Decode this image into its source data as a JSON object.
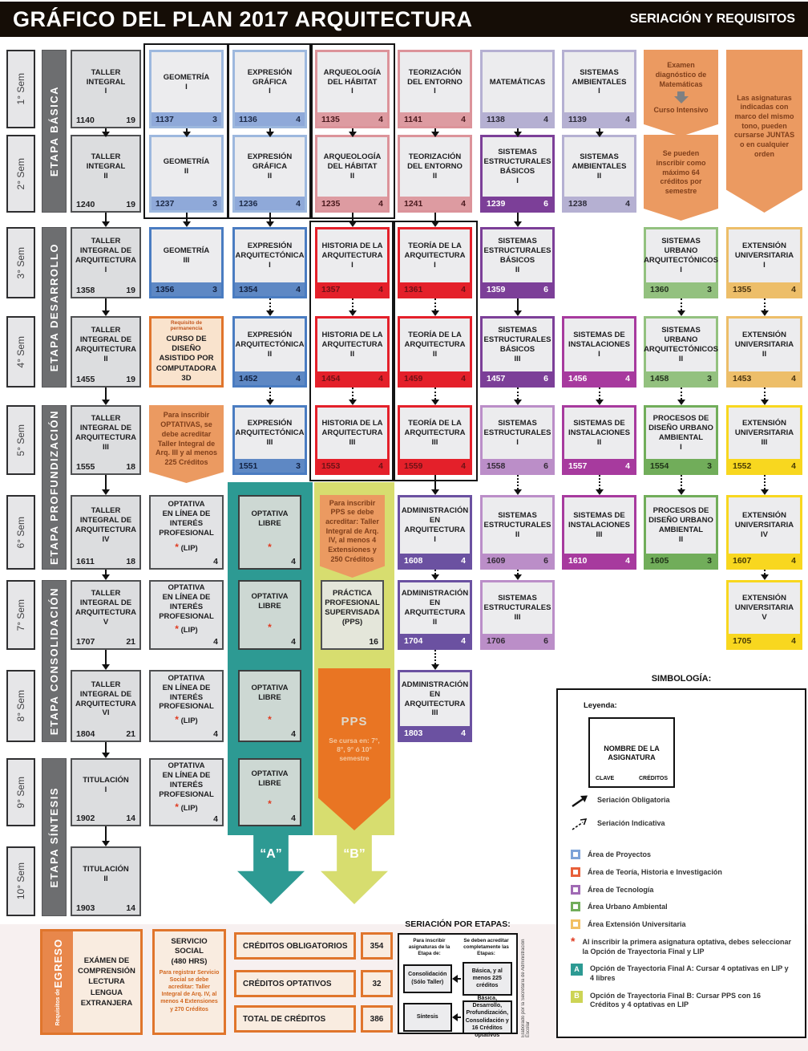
{
  "header": {
    "title": "GRÁFICO DEL PLAN 2017 ARQUITECTURA",
    "subtitle": "SERIACIÓN Y REQUISITOS"
  },
  "semesters": [
    "1° Sem",
    "2° Sem",
    "3° Sem",
    "4° Sem",
    "5° Sem",
    "6° Sem",
    "7° Sem",
    "8° Sem",
    "9° Sem",
    "10° Sem"
  ],
  "stages": [
    {
      "label": "ETAPA BÁSICA",
      "from": 1,
      "to": 2
    },
    {
      "label": "ETAPA DESARROLLO",
      "from": 3,
      "to": 4
    },
    {
      "label": "ETAPA PROFUNDIZACIÓN",
      "from": 5,
      "to": 6
    },
    {
      "label": "ETAPA CONSOLIDACIÓN",
      "from": 7,
      "to": 8
    },
    {
      "label": "ETAPA SÍNTESIS",
      "from": 9,
      "to": 10
    }
  ],
  "palette": {
    "taller": {
      "border": "#4e4f51",
      "body": "#dcdddf",
      "foot_bg": "#dcdddf",
      "foot_text": "#1d1d1f",
      "bw": 2
    },
    "blue-light": {
      "border": "#9db8de",
      "body": "#ececee",
      "foot_bg": "#8fa9d9",
      "foot_text": "#1d2a47",
      "bw": 3
    },
    "blue": {
      "border": "#4a7cc1",
      "body": "#ececee",
      "foot_bg": "#5e88c4",
      "foot_text": "#122140",
      "bw": 3
    },
    "red-light": {
      "border": "#dc939a",
      "body": "#ececee",
      "foot_bg": "#dd9ba1",
      "foot_text": "#4a1a1e",
      "bw": 3
    },
    "red": {
      "border": "#e4202a",
      "body": "#ececee",
      "foot_bg": "#e4202a",
      "foot_text": "#6d1216",
      "bw": 3
    },
    "violet": {
      "border": "#6b51a1",
      "body": "#ececee",
      "foot_bg": "#6b51a1",
      "foot_text": "#ffffff",
      "bw": 3
    },
    "purple-dark": {
      "border": "#7c3f98",
      "body": "#ececee",
      "foot_bg": "#7c3f98",
      "foot_text": "#ffffff",
      "bw": 3
    },
    "purple-light": {
      "border": "#bb8ec8",
      "body": "#ececee",
      "foot_bg": "#bb8ec8",
      "foot_text": "#332a36",
      "bw": 3
    },
    "magenta": {
      "border": "#a73a9e",
      "body": "#ececee",
      "foot_bg": "#a73a9e",
      "foot_text": "#ffffff",
      "bw": 3
    },
    "lavender": {
      "border": "#b5b0d2",
      "body": "#ececee",
      "foot_bg": "#b5b0d2",
      "foot_text": "#2e2c3a",
      "bw": 3
    },
    "green-light": {
      "border": "#93c17f",
      "body": "#ececee",
      "foot_bg": "#93c17f",
      "foot_text": "#24331f",
      "bw": 3
    },
    "green": {
      "border": "#71ad5a",
      "body": "#ececee",
      "foot_bg": "#71ad5a",
      "foot_text": "#1f3318",
      "bw": 3
    },
    "ext-light": {
      "border": "#edbe69",
      "body": "#ececee",
      "foot_bg": "#edbe69",
      "foot_text": "#4a3410",
      "bw": 3
    },
    "ext-yellow": {
      "border": "#f8d71f",
      "body": "#ececee",
      "foot_bg": "#f8d71f",
      "foot_text": "#4a3d05",
      "bw": 3
    },
    "opt-lip": {
      "border": "#4e4f51",
      "body": "#e2e3e5",
      "foot_bg": "#e2e3e5",
      "foot_text": "#1d1d1f",
      "bw": 2
    },
    "opt-libre": {
      "border": "#3c3e3e",
      "body": "#cdd8d3",
      "foot_bg": "#cdd8d3",
      "foot_text": "#1d1d1f",
      "bw": 2
    },
    "pps": {
      "border": "#4e4f51",
      "body": "#e4e6da",
      "foot_bg": "#e4e6da",
      "foot_text": "#1d1d1f",
      "bw": 2
    }
  },
  "courses": [
    {
      "c": 1,
      "r": 1,
      "area": "taller",
      "name": "TALLER\nINTEGRAL\nI",
      "code": "1140",
      "cr": "19",
      "arrow": "solid"
    },
    {
      "c": 1,
      "r": 2,
      "area": "taller",
      "name": "TALLER\nINTEGRAL\nII",
      "code": "1240",
      "cr": "19",
      "arrow": "solid"
    },
    {
      "c": 1,
      "r": 3,
      "area": "taller",
      "name": "TALLER\nINTEGRAL DE\nARQUITECTURA\nI",
      "code": "1358",
      "cr": "19",
      "arrow": "solid"
    },
    {
      "c": 1,
      "r": 4,
      "area": "taller",
      "name": "TALLER\nINTEGRAL DE\nARQUITECTURA\nII",
      "code": "1455",
      "cr": "19",
      "arrow": "solid"
    },
    {
      "c": 1,
      "r": 5,
      "area": "taller",
      "name": "TALLER\nINTEGRAL DE\nARQUITECTURA\nIII",
      "code": "1555",
      "cr": "18",
      "arrow": "solid"
    },
    {
      "c": 1,
      "r": 6,
      "area": "taller",
      "name": "TALLER\nINTEGRAL DE\nARQUITECTURA\nIV",
      "code": "1611",
      "cr": "18",
      "arrow": "solid"
    },
    {
      "c": 1,
      "r": 7,
      "area": "taller",
      "name": "TALLER\nINTEGRAL DE\nARQUITECTURA\nV",
      "code": "1707",
      "cr": "21",
      "arrow": "solid"
    },
    {
      "c": 1,
      "r": 8,
      "area": "taller",
      "name": "TALLER\nINTEGRAL DE\nARQUITECTURA\nVI",
      "code": "1804",
      "cr": "21",
      "arrow": "solid"
    },
    {
      "c": 1,
      "r": 9,
      "area": "taller",
      "name": "TITULACIÓN\nI",
      "code": "1902",
      "cr": "14",
      "arrow": "solid"
    },
    {
      "c": 1,
      "r": 10,
      "area": "taller",
      "name": "TITULACIÓN\nII",
      "code": "1903",
      "cr": "14"
    },
    {
      "c": 2,
      "r": 1,
      "area": "blue-light",
      "name": "GEOMETRÍA\nI",
      "code": "1137",
      "cr": "3",
      "arrow": "dotted"
    },
    {
      "c": 2,
      "r": 2,
      "area": "blue-light",
      "name": "GEOMETRÍA\nII",
      "code": "1237",
      "cr": "3",
      "arrow": "solid"
    },
    {
      "c": 2,
      "r": 3,
      "area": "blue",
      "name": "GEOMETRÍA\nIII",
      "code": "1356",
      "cr": "3"
    },
    {
      "c": 3,
      "r": 1,
      "area": "blue-light",
      "name": "EXPRESIÓN\nGRÁFICA\nI",
      "code": "1136",
      "cr": "4",
      "arrow": "dotted"
    },
    {
      "c": 3,
      "r": 2,
      "area": "blue-light",
      "name": "EXPRESIÓN\nGRÁFICA\nII",
      "code": "1236",
      "cr": "4",
      "arrow": "solid"
    },
    {
      "c": 3,
      "r": 3,
      "area": "blue",
      "name": "EXPRESIÓN\nARQUITECTÓNICA\nI",
      "code": "1354",
      "cr": "4",
      "arrow": "dotted"
    },
    {
      "c": 3,
      "r": 4,
      "area": "blue",
      "name": "EXPRESIÓN\nARQUITECTÓNICA\nII",
      "code": "1452",
      "cr": "4",
      "arrow": "dotted"
    },
    {
      "c": 3,
      "r": 5,
      "area": "blue",
      "name": "EXPRESIÓN\nARQUITECTÓNICA\nIII",
      "code": "1551",
      "cr": "3"
    },
    {
      "c": 4,
      "r": 1,
      "area": "red-light",
      "name": "ARQUEOLOGÍA\nDEL HÁBITAT\nI",
      "code": "1135",
      "cr": "4",
      "arrow": "dotted"
    },
    {
      "c": 4,
      "r": 2,
      "area": "red-light",
      "name": "ARQUEOLOGÍA\nDEL HÁBITAT\nII",
      "code": "1235",
      "cr": "4",
      "arrow": "solid"
    },
    {
      "c": 4,
      "r": 3,
      "area": "red",
      "name": "HISTORIA DE LA\nARQUITECTURA\nI",
      "code": "1357",
      "cr": "4",
      "arrow": "dotted"
    },
    {
      "c": 4,
      "r": 4,
      "area": "red",
      "name": "HISTORIA DE LA\nARQUITECTURA\nII",
      "code": "1454",
      "cr": "4",
      "arrow": "dotted"
    },
    {
      "c": 4,
      "r": 5,
      "area": "red",
      "name": "HISTORIA DE LA\nARQUITECTURA\nIII",
      "code": "1553",
      "cr": "4"
    },
    {
      "c": 5,
      "r": 1,
      "area": "red-light",
      "name": "TEORIZACIÓN\nDEL ENTORNO\nI",
      "code": "1141",
      "cr": "4",
      "arrow": "dotted"
    },
    {
      "c": 5,
      "r": 2,
      "area": "red-light",
      "name": "TEORIZACIÓN\nDEL ENTORNO\nII",
      "code": "1241",
      "cr": "4",
      "arrow": "solid"
    },
    {
      "c": 5,
      "r": 3,
      "area": "red",
      "name": "TEORÍA DE LA\nARQUITECTURA\nI",
      "code": "1361",
      "cr": "4",
      "arrow": "dotted"
    },
    {
      "c": 5,
      "r": 4,
      "area": "red",
      "name": "TEORÍA DE LA\nARQUITECTURA\nII",
      "code": "1459",
      "cr": "4",
      "arrow": "dotted"
    },
    {
      "c": 5,
      "r": 5,
      "area": "red",
      "name": "TEORÍA DE LA\nARQUITECTURA\nIII",
      "code": "1559",
      "cr": "4",
      "arrow": "solid"
    },
    {
      "c": 5,
      "r": 6,
      "area": "violet",
      "name": "ADMINISTRACIÓN\nEN\nARQUITECTURA\nI",
      "code": "1608",
      "cr": "4",
      "arrow": "dotted"
    },
    {
      "c": 5,
      "r": 7,
      "area": "violet",
      "name": "ADMINISTRACIÓN\nEN\nARQUITECTURA\nII",
      "code": "1704",
      "cr": "4",
      "arrow": "dotted"
    },
    {
      "c": 5,
      "r": 8,
      "area": "violet",
      "name": "ADMINISTRACIÓN\nEN\nARQUITECTURA\nIII",
      "code": "1803",
      "cr": "4"
    },
    {
      "c": 6,
      "r": 1,
      "area": "lavender",
      "name": "MATEMÁTICAS",
      "code": "1138",
      "cr": "4",
      "arrow": "solid"
    },
    {
      "c": 6,
      "r": 2,
      "area": "purple-dark",
      "name": "SISTEMAS\nESTRUCTURALES\nBÁSICOS\nI",
      "code": "1239",
      "cr": "6",
      "arrow": "solid"
    },
    {
      "c": 6,
      "r": 3,
      "area": "purple-dark",
      "name": "SISTEMAS\nESTRUCTURALES\nBÁSICOS\nII",
      "code": "1359",
      "cr": "6",
      "arrow": "solid"
    },
    {
      "c": 6,
      "r": 4,
      "area": "purple-dark",
      "name": "SISTEMAS\nESTRUCTURALES\nBÁSICOS\nIII",
      "code": "1457",
      "cr": "6",
      "arrow": "dotted"
    },
    {
      "c": 6,
      "r": 5,
      "area": "purple-light",
      "name": "SISTEMAS\nESTRUCTURALES\nI",
      "code": "1558",
      "cr": "6",
      "arrow": "dotted"
    },
    {
      "c": 6,
      "r": 6,
      "area": "purple-light",
      "name": "SISTEMAS\nESTRUCTURALES\nII",
      "code": "1609",
      "cr": "6",
      "arrow": "dotted"
    },
    {
      "c": 6,
      "r": 7,
      "area": "purple-light",
      "name": "SISTEMAS\nESTRUCTURALES\nIII",
      "code": "1706",
      "cr": "6"
    },
    {
      "c": 7,
      "r": 1,
      "area": "lavender",
      "name": "SISTEMAS\nAMBIENTALES\nI",
      "code": "1139",
      "cr": "4",
      "arrow": "solid"
    },
    {
      "c": 7,
      "r": 2,
      "area": "lavender",
      "name": "SISTEMAS\nAMBIENTALES\nII",
      "code": "1238",
      "cr": "4"
    },
    {
      "c": 7,
      "r": 4,
      "area": "magenta",
      "name": "SISTEMAS DE\nINSTALACIONES\nI",
      "code": "1456",
      "cr": "4",
      "arrow": "dotted"
    },
    {
      "c": 7,
      "r": 5,
      "area": "magenta",
      "name": "SISTEMAS DE\nINSTALACIONES\nII",
      "code": "1557",
      "cr": "4",
      "arrow": "dotted"
    },
    {
      "c": 7,
      "r": 6,
      "area": "magenta",
      "name": "SISTEMAS DE\nINSTALACIONES\nIII",
      "code": "1610",
      "cr": "4"
    },
    {
      "c": 8,
      "r": 3,
      "area": "green-light",
      "name": "SISTEMAS\nURBANO\nARQUITECTÓNICOS\nI",
      "code": "1360",
      "cr": "3",
      "arrow": "dotted"
    },
    {
      "c": 8,
      "r": 4,
      "area": "green-light",
      "name": "SISTEMAS\nURBANO\nARQUITECTÓNICOS\nII",
      "code": "1458",
      "cr": "3",
      "arrow": "dotted"
    },
    {
      "c": 8,
      "r": 5,
      "area": "green",
      "name": "PROCESOS DE\nDISEÑO URBANO\nAMBIENTAL\nI",
      "code": "1554",
      "cr": "3",
      "arrow": "dotted"
    },
    {
      "c": 8,
      "r": 6,
      "area": "green",
      "name": "PROCESOS DE\nDISEÑO URBANO\nAMBIENTAL\nII",
      "code": "1605",
      "cr": "3"
    },
    {
      "c": 9,
      "r": 3,
      "area": "ext-light",
      "name": "EXTENSIÓN\nUNIVERSITARIA\nI",
      "code": "1355",
      "cr": "4",
      "arrow": "dotted"
    },
    {
      "c": 9,
      "r": 4,
      "area": "ext-light",
      "name": "EXTENSIÓN\nUNIVERSITARIA\nII",
      "code": "1453",
      "cr": "4",
      "arrow": "dotted"
    },
    {
      "c": 9,
      "r": 5,
      "area": "ext-yellow",
      "name": "EXTENSIÓN\nUNIVERSITARIA\nIII",
      "code": "1552",
      "cr": "4",
      "arrow": "dotted"
    },
    {
      "c": 9,
      "r": 6,
      "area": "ext-yellow",
      "name": "EXTENSIÓN\nUNIVERSITARIA\nIV",
      "code": "1607",
      "cr": "4",
      "arrow": "dotted"
    },
    {
      "c": 9,
      "r": 7,
      "area": "ext-yellow",
      "name": "EXTENSIÓN\nUNIVERSITARIA\nV",
      "code": "1705",
      "cr": "4"
    },
    {
      "c": 2,
      "r": 6,
      "area": "opt-lip",
      "name": "OPTATIVA\nEN LÍNEA DE\nINTERÉS\nPROFESIONAL",
      "star": true,
      "suffix": "(LIP)",
      "cr": "4"
    },
    {
      "c": 2,
      "r": 7,
      "area": "opt-lip",
      "name": "OPTATIVA\nEN LÍNEA DE\nINTERÉS\nPROFESIONAL",
      "star": true,
      "suffix": "(LIP)",
      "cr": "4"
    },
    {
      "c": 2,
      "r": 8,
      "area": "opt-lip",
      "name": "OPTATIVA\nEN LÍNEA DE\nINTERÉS\nPROFESIONAL",
      "star": true,
      "suffix": "(LIP)",
      "cr": "4"
    },
    {
      "c": 2,
      "r": 9,
      "area": "opt-lip",
      "name": "OPTATIVA\nEN LÍNEA DE\nINTERÉS\nPROFESIONAL",
      "star": true,
      "suffix": "(LIP)",
      "cr": "4"
    },
    {
      "c": 3,
      "r": 6,
      "area": "opt-libre",
      "name": "OPTATIVA\nLIBRE",
      "star": true,
      "cr": "4",
      "inset": true
    },
    {
      "c": 3,
      "r": 7,
      "area": "opt-libre",
      "name": "OPTATIVA\nLIBRE",
      "star": true,
      "cr": "4",
      "inset": true
    },
    {
      "c": 3,
      "r": 8,
      "area": "opt-libre",
      "name": "OPTATIVA\nLIBRE",
      "star": true,
      "cr": "4",
      "inset": true
    },
    {
      "c": 3,
      "r": 9,
      "area": "opt-libre",
      "name": "OPTATIVA\nLIBRE",
      "star": true,
      "cr": "4",
      "inset": true
    },
    {
      "c": 4,
      "r": 7,
      "area": "pps",
      "name": "PRÁCTICA\nPROFESIONAL\nSUPERVISADA\n(PPS)",
      "cr": "16",
      "inset": true
    }
  ],
  "notes": [
    {
      "id": "examen-diagnostico",
      "c": 8,
      "r": 1,
      "text": "Examen diagnóstico de Matemáticas",
      "arrow": true,
      "footer": "Curso Intensivo"
    },
    {
      "id": "max-creditos",
      "c": 8,
      "r": 2,
      "text": "Se pueden inscribir como máximo 64 créditos por semestre"
    },
    {
      "id": "juntas",
      "c": 9,
      "r": 1,
      "span": 2,
      "text": "Las asignaturas indicadas con marco del mismo tono, pueden cursarse JUNTAS o en cualquier orden"
    },
    {
      "id": "req-optativas",
      "c": 2,
      "r": 5,
      "text": "Para inscribir OPTATIVAS, se debe acreditar Taller Integral de Arq. III y al menos 225 Créditos"
    },
    {
      "id": "req-pps",
      "c": 4,
      "r": 6,
      "inset": true,
      "text": "Para inscribir PPS se debe acreditar: Taller Integral de Arq. IV, al menos 4 Extensiones y 250 Créditos"
    }
  ],
  "cad_note": {
    "c": 2,
    "r": 4,
    "small": "Requisito de permanencia",
    "text": "CURSO DE\nDISEÑO\nASISTIDO POR\nCOMPUTADORA\n3D"
  },
  "tracks": {
    "pps_title": "PPS",
    "pps_note": "Se cursa en: 7°, 8°, 9° ó 10° semestre",
    "a": "“A”",
    "b": "“B”"
  },
  "egreso": {
    "side_small": "Requisitos de",
    "side_big": "EGRESO",
    "text": "EXÁMEN DE\nCOMPRENSIÓN\nLECTURA\nLENGUA\nEXTRANJERA"
  },
  "servicio_social": {
    "title": "SERVICIO\nSOCIAL\n(480 HRS)",
    "body": "Para registrar Servicio Social se debe acreditar: Taller Integral de Arq. IV, al menos 4 Extensiones y 270 Créditos"
  },
  "credits_summary": [
    {
      "label": "CRÉDITOS OBLIGATORIOS",
      "value": "354"
    },
    {
      "label": "CRÉDITOS OPTATIVOS",
      "value": "32"
    },
    {
      "label": "TOTAL DE CRÉDITOS",
      "value": "386"
    }
  ],
  "seriacion_etapas": {
    "title": "SERIACIÓN POR ETAPAS:",
    "col_left": "Para inscribir asignaturas de la Etapa de:",
    "col_right": "Se deben acreditar completamente las Etapas:",
    "rows": [
      {
        "etapa": "Consolidación (Sólo Taller)",
        "req": "Básica, y al menos 225 créditos"
      },
      {
        "etapa": "Síntesis",
        "req": "Básica, Desarrollo, Profundización, Consolidación y 16 Créditos optativos"
      }
    ]
  },
  "simbologia": {
    "title": "SIMBOLOGÍA:",
    "leyenda": "Leyenda:",
    "sample_name": "NOMBRE DE LA\nASIGNATURA",
    "sample_clave": "CLAVE",
    "sample_creditos": "CRÉDITOS",
    "seriation": [
      {
        "style": "solid",
        "label": "Seriación Obligatoria"
      },
      {
        "style": "dashed",
        "label": "Seriación Indicativa"
      }
    ],
    "areas": [
      {
        "color": "#7da3d8",
        "label": "Área de Proyectos"
      },
      {
        "color": "#e8603a",
        "label": "Área de Teoría, Historia e Investigación"
      },
      {
        "color": "#a06ab4",
        "label": "Área de Tecnología"
      },
      {
        "color": "#71ad5a",
        "label": "Área Urbano Ambiental"
      },
      {
        "color": "#f2c063",
        "label": "Área Extensión Universitaria"
      }
    ],
    "star_note": "Al inscribir la primera asignatura optativa, debes seleccionar la Opción de Trayectoria Final y LIP",
    "options": [
      {
        "badge": "A",
        "color": "#2d9a93",
        "text": "Opción de Trayectoria Final A: Cursar 4 optativas en LIP y 4 libres"
      },
      {
        "badge": "B",
        "color": "#cdd455",
        "text": "Opción de Trayectoria Final B: Cursar PPS con 16 Créditos y 4 optativas en LIP"
      }
    ]
  },
  "side_note": "Elaborado por la Secretaría de Administración Escolar"
}
